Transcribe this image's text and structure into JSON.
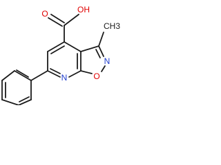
{
  "molecule": {
    "atoms": {
      "oh": {
        "label": "OH",
        "color": "#e00000"
      },
      "carbonyl_o": {
        "label": "O",
        "color": "#e00000"
      },
      "methyl": {
        "label": "CH3",
        "color": "#1a1a1a"
      },
      "isoxazole_n": {
        "label": "N",
        "color": "#1e3ccc"
      },
      "isoxazole_o": {
        "label": "O",
        "color": "#e00000"
      },
      "pyridine_n": {
        "label": "N",
        "color": "#1e3ccc"
      }
    }
  }
}
